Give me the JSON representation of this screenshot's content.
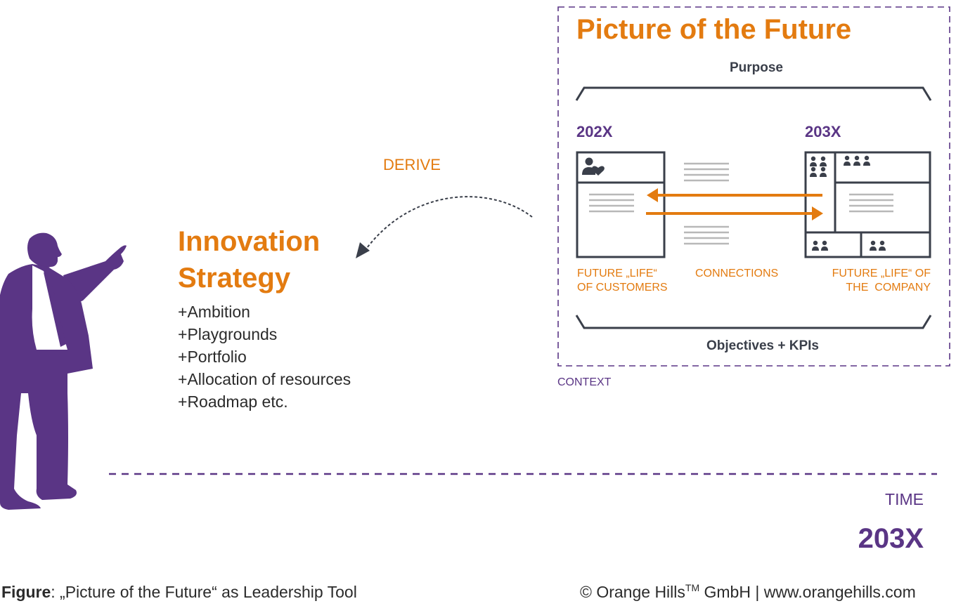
{
  "colors": {
    "orange": "#e37b10",
    "purple": "#5a3585",
    "dark": "#3a3f4a",
    "gray_lines": "#b8b8b8"
  },
  "picture_of_future": {
    "title": "Picture of the Future",
    "purpose": "Purpose",
    "year_left": "202X",
    "year_right": "203X",
    "customers_caption": [
      "FUTURE „LIFE“",
      "OF CUSTOMERS"
    ],
    "connections_caption": "CONNECTIONS",
    "company_caption": [
      "FUTURE „LIFE“ OF",
      "THE  COMPANY"
    ],
    "objectives": "Objectives + KPIs",
    "context": "CONTEXT",
    "icons": [
      "person-heart-icon",
      "people-group-icon",
      "three-people-icon",
      "two-people-icon"
    ]
  },
  "derive_label": "DERIVE",
  "innovation_strategy": {
    "title_line1": "Innovation",
    "title_line2": "Strategy",
    "items": [
      "Ambition",
      "Playgrounds",
      "Portfolio",
      "Allocation of resources",
      "Roadmap etc."
    ],
    "bullet": "+"
  },
  "timeline": {
    "label": "TIME",
    "year": "203X"
  },
  "footer": {
    "figure_bold": "Figure",
    "figure_rest": ": „Picture of the Future“ as Leadership Tool",
    "copyright_prefix": "© Orange Hills",
    "trademark": "TM",
    "copyright_suffix": " GmbH | www.orangehills.com"
  }
}
